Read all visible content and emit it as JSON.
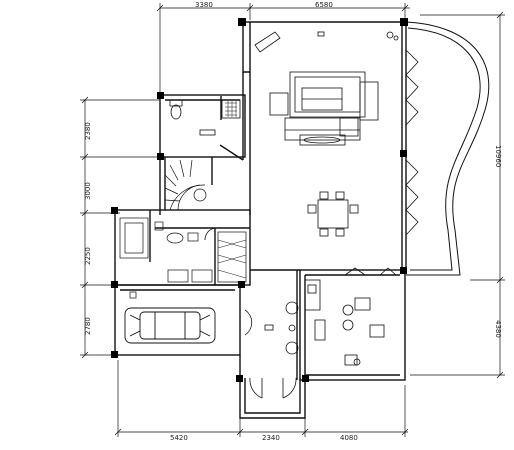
{
  "dimensions": {
    "top_left": "3380",
    "top_right": "6580",
    "right_total": "10960",
    "right_lower": "4380",
    "left_1": "2380",
    "left_2": "3000",
    "left_3": "2250",
    "left_4": "2780",
    "bottom_1": "5420",
    "bottom_2": "2340",
    "bottom_3": "4080"
  },
  "colors": {
    "line": "#111111",
    "column": "#000000",
    "background": "#ffffff"
  }
}
